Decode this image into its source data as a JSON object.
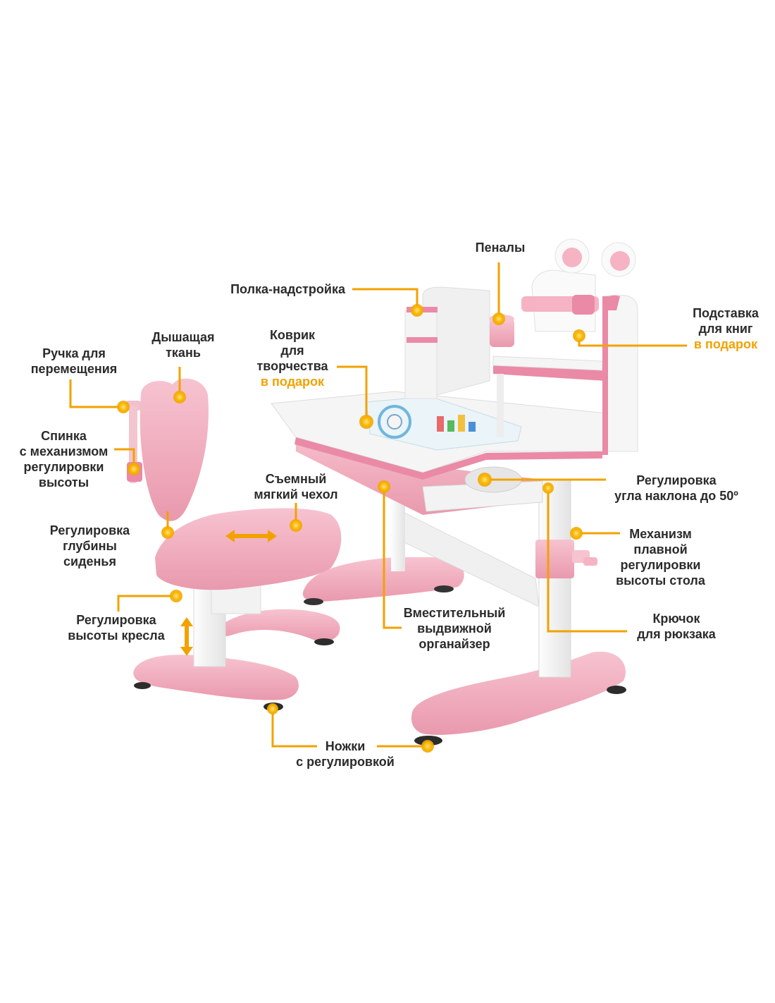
{
  "colors": {
    "accent": "#f2a200",
    "pink": "#f5b3c4",
    "pink_dark": "#ea8aa6",
    "white_panel": "#f2f2f2",
    "text": "#2b2b2b"
  },
  "labels": {
    "pencil_cases": "Пеналы",
    "shelf": "Полка-надстройка",
    "book_stand": [
      "Подставка",
      "для книг"
    ],
    "book_stand_gift": "в подарок",
    "creative_mat": [
      "Коврик",
      "для",
      "творчества"
    ],
    "creative_mat_gift": "в подарок",
    "breathable_fabric": [
      "Дышащая",
      "ткань"
    ],
    "move_handle": [
      "Ручка для",
      "перемещения"
    ],
    "backrest": [
      "Спинка",
      "с механизмом",
      "регулировки",
      "высоты"
    ],
    "removable_cover": [
      "Съемный",
      "мягкий чехол"
    ],
    "tilt_adjust": [
      "Регулировка",
      "угла наклона до 50º"
    ],
    "seat_depth": [
      "Регулировка",
      "глубины",
      "сиденья"
    ],
    "height_mechanism": [
      "Механизм",
      "плавной",
      "регулировки",
      "высоты стола"
    ],
    "organizer": [
      "Вместительный",
      "выдвижной",
      "органайзер"
    ],
    "hook": [
      "Крючок",
      "для рюкзака"
    ],
    "chair_height": [
      "Регулировка",
      "высоты кресла"
    ],
    "feet": [
      "Ножки",
      "с регулировкой"
    ]
  }
}
